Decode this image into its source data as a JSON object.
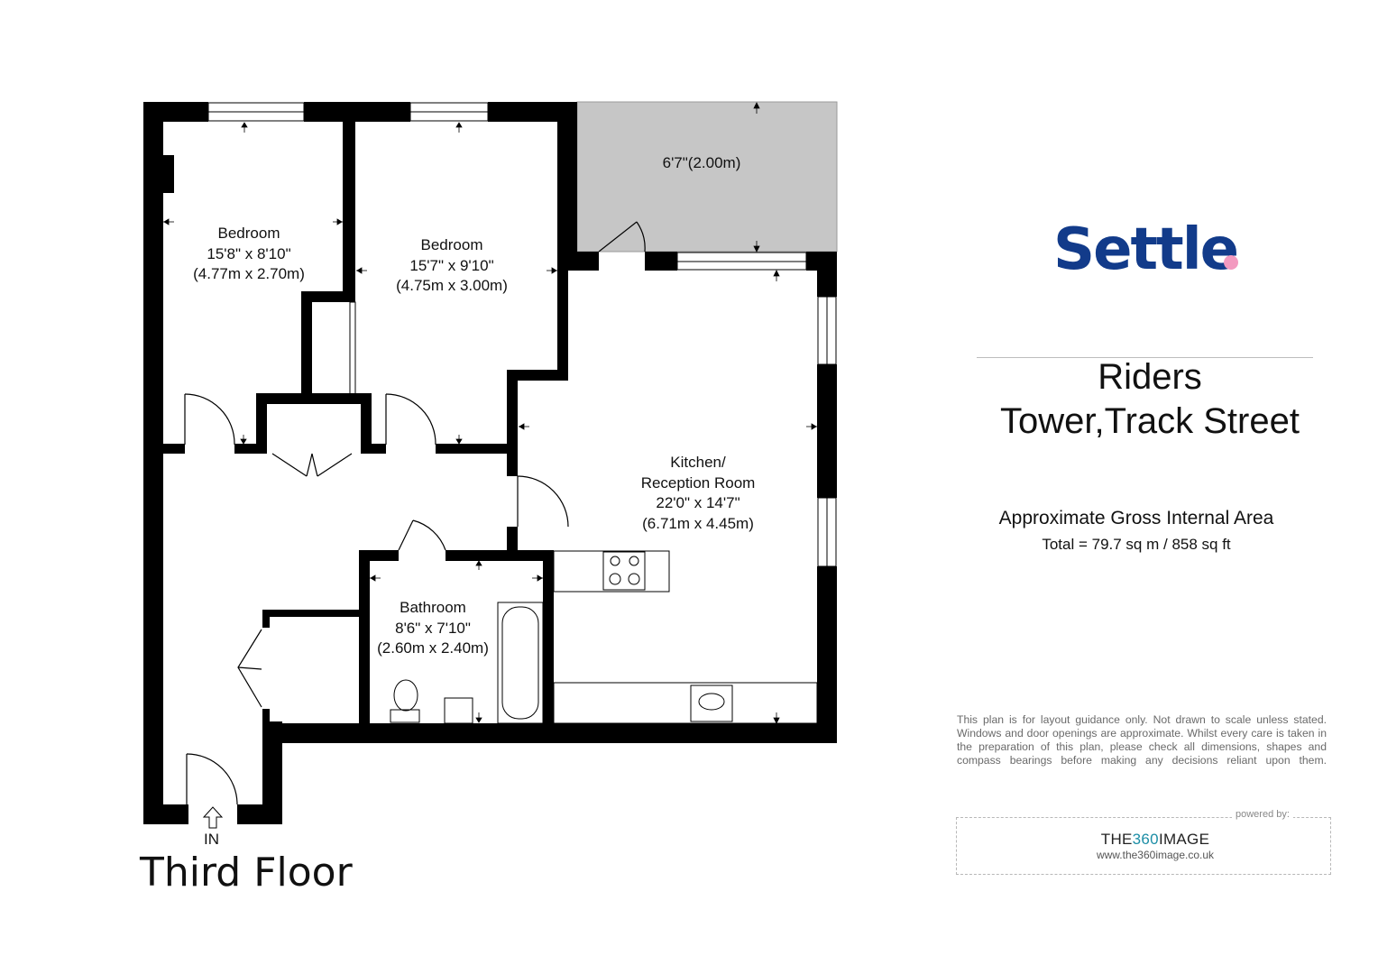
{
  "plan": {
    "floor_title": "Third Floor",
    "entrance_label": "IN",
    "rooms": [
      {
        "name": "Bedroom",
        "imperial": "15'8\" x 8'10\"",
        "metric": "(4.77m x 2.70m)"
      },
      {
        "name": "Bedroom",
        "imperial": "15'7\" x 9'10\"",
        "metric": "(4.75m x 3.00m)"
      },
      {
        "name": "Kitchen/",
        "name2": "Reception Room",
        "imperial": "22'0\" x 14'7\"",
        "metric": "(6.71m x 4.45m)"
      },
      {
        "name": "Bathroom",
        "imperial": "8'6\" x 7'10\"",
        "metric": "(2.60m x 2.40m)"
      }
    ],
    "balcony_label": "6'7\"(2.00m)"
  },
  "info": {
    "brand_logo_text": "Settle",
    "address_line1": "Riders",
    "address_line2": "Tower,Track Street",
    "area_title": "Approximate Gross Internal Area",
    "area_total": "Total = 79.7 sq m / 858 sq ft",
    "disclaimer": "This plan is for layout guidance only. Not drawn to scale unless stated. Windows and door openings are approximate. Whilst every care is taken in the preparation of this plan, please check all dimensions, shapes and compass bearings before making any decisions reliant upon them.",
    "powered_by": "powered by:",
    "credit_prefix": "THE",
    "credit_highlight": "360",
    "credit_suffix": "IMAGE",
    "credit_url": "www.the360image.co.uk"
  },
  "colors": {
    "wall": "#000000",
    "balcony_fill": "#c6c6c6",
    "logo_blue": "#123b8a",
    "logo_dot": "#f39ac0",
    "credit_accent": "#1c8ea6"
  }
}
